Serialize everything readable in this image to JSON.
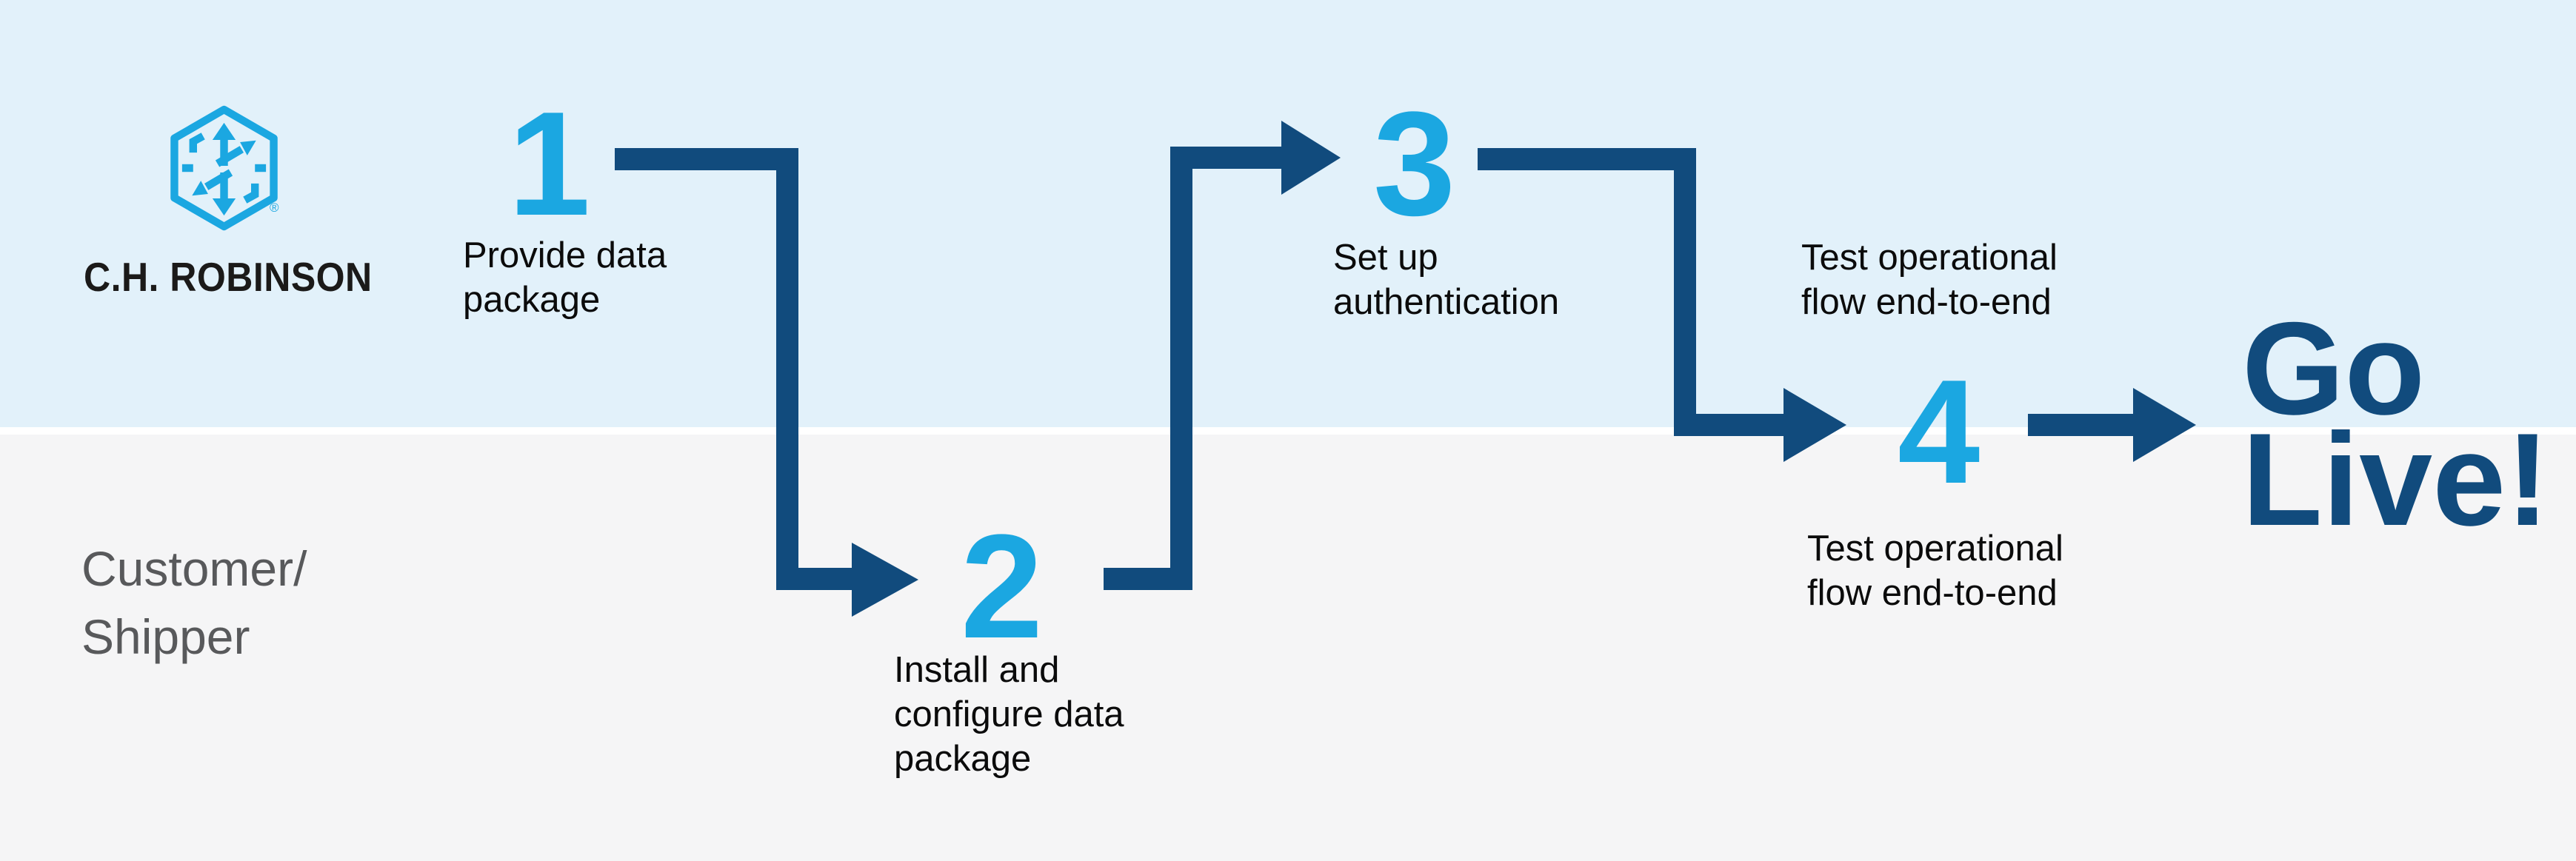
{
  "colors": {
    "canvas_top": "#E2F1FA",
    "canvas_bottom": "#F5F5F6",
    "divider": "#FFFFFF",
    "accent_cyan": "#1BA7E1",
    "accent_navy": "#114B7D",
    "text_black": "#0B0B0B",
    "text_gray": "#58595B",
    "logo_dark": "#1B1A19"
  },
  "brand": {
    "wordmark": "C.H. ROBINSON",
    "registered_mark": "®",
    "logo": "hexagon-arrows-icon"
  },
  "lanes": {
    "bottom_label": "Customer/\nShipper"
  },
  "steps": [
    {
      "number": "1",
      "label": "Provide data\npackage"
    },
    {
      "number": "2",
      "label": "Install and\nconfigure data\npackage"
    },
    {
      "number": "3",
      "label": "Set up\nauthentication"
    },
    {
      "number": "4",
      "label_top": "Test operational\nflow end-to-end",
      "label_bottom": "Test operational\nflow end-to-end"
    }
  ],
  "outcome": {
    "text": "Go\nLive!"
  }
}
